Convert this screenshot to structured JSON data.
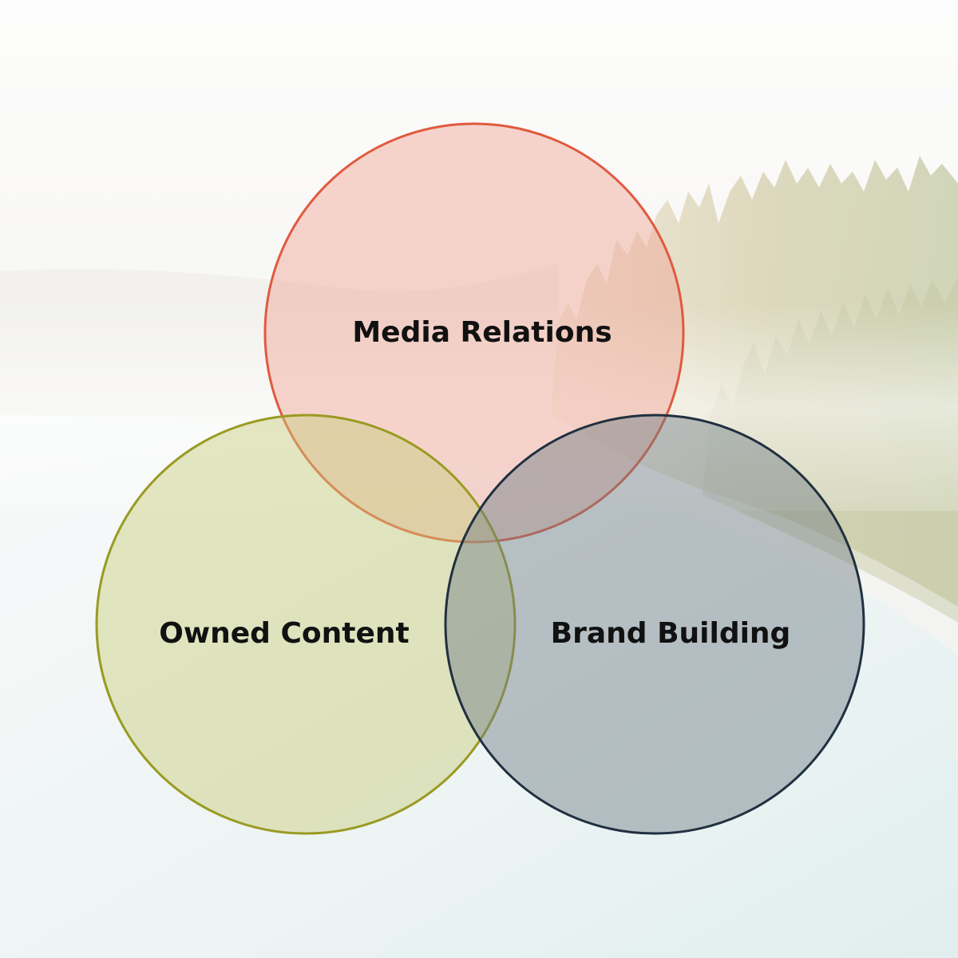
{
  "diagram": {
    "type": "venn",
    "circles": [
      {
        "id": "media-relations",
        "label": "Media Relations",
        "stroke": "#e05a3f",
        "fill": "#f0a594"
      },
      {
        "id": "owned-content",
        "label": "Owned Content",
        "stroke": "#9a9a22",
        "fill": "#c7cb7a"
      },
      {
        "id": "brand-building",
        "label": "Brand Building",
        "stroke": "#203040",
        "fill": "#6f7c86"
      }
    ]
  },
  "background": {
    "description_icon": "misty-forest-lake-photo",
    "sky": "#f6f6f4",
    "forest": "#a7b079",
    "forest_warm": "#c9a56a",
    "water": "#d6e9ea"
  }
}
